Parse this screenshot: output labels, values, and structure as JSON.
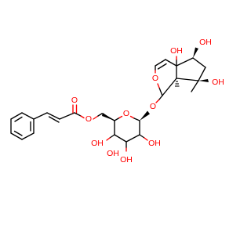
{
  "structure": {
    "colors": {
      "carbon_bond": "#000000",
      "oxygen": "#ff0000",
      "background": "#ffffff"
    },
    "atom_labels": {
      "ester_carbonyl_o": "O",
      "ester_o": "O",
      "ring_o_sugar": "O",
      "glycosidic_o": "O",
      "ring_o_pyran": "O",
      "oh_c4a": "OH",
      "oh_c5": "OH",
      "oh_c7": "OH",
      "oh_s4": "OH",
      "oh_s3": "OH",
      "oh_s2": "OH",
      "oh_s1": "OH"
    }
  }
}
